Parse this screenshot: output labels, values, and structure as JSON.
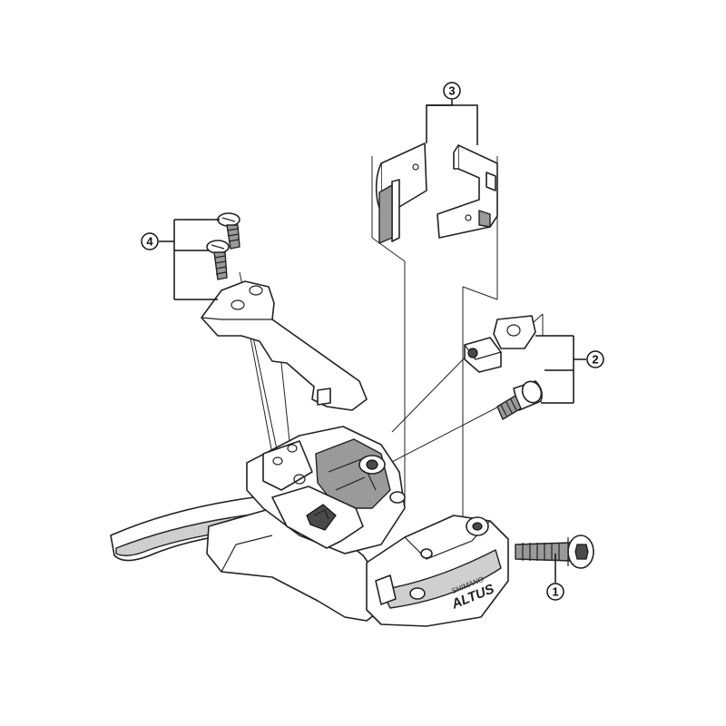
{
  "callouts": [
    {
      "number": "1"
    },
    {
      "number": "2"
    },
    {
      "number": "3"
    },
    {
      "number": "4"
    }
  ],
  "logo": {
    "brand": "SHIMANO",
    "model": "ALTUS"
  },
  "colors": {
    "line": "#222222",
    "shade": "#9a9a9a",
    "background": "#ffffff"
  }
}
